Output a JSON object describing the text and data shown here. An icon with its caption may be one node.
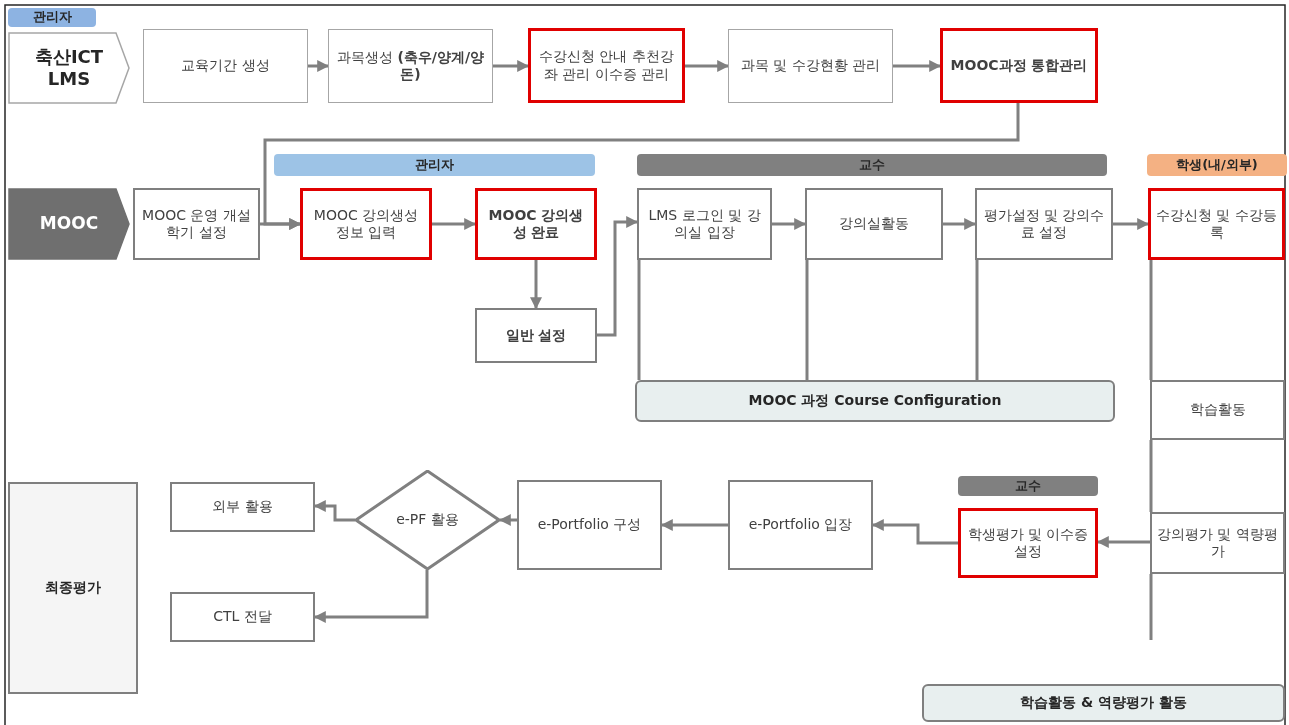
{
  "diagram": {
    "nodes": [
      {
        "text": [
          "관리자"
        ]
      },
      {
        "text": [
          "축산ICT LMS"
        ]
      },
      {
        "text": [
          "교육기간 생성"
        ]
      },
      {
        "text": [
          "과목생성 **(축우/양계/양돈)**"
        ]
      },
      {
        "text": [
          "수강신청 안내 추천강좌 관리 이수증 관리"
        ]
      },
      {
        "text": [
          "과목 및 수강현황 관리"
        ]
      },
      {
        "text": [
          "MOOC과정 통합관리"
        ]
      },
      {
        "text": [
          "관리자"
        ]
      },
      {
        "text": [
          "교수"
        ]
      },
      {
        "text": [
          "학생(내/외부)"
        ]
      },
      {
        "text": [
          "MOOC"
        ]
      },
      {
        "text": [
          "MOOC 운영 개설 학기 설정"
        ]
      },
      {
        "text": [
          "MOOC 강의생성 정보 입력"
        ]
      },
      {
        "text": [
          "MOOC 강의생성 완료"
        ]
      },
      {
        "text": [
          "일반 설정"
        ]
      },
      {
        "text": [
          "LMS 로그인 및 강의실 입장"
        ]
      },
      {
        "text": [
          "강의실활동"
        ]
      },
      {
        "text": [
          "평가설정 및 강의수료 설정"
        ]
      },
      {
        "text": [
          "수강신청 및 수강등록"
        ]
      },
      {
        "text": [
          "MOOC 과정 Course Configuration"
        ]
      },
      {
        "text": [
          "학습활동"
        ]
      },
      {
        "text": [
          "최종평가"
        ]
      },
      {
        "text": [
          "외부 활용"
        ]
      },
      {
        "text": [
          "e-PF 활용"
        ]
      },
      {
        "text": [
          "e-Portfolio 구성"
        ]
      },
      {
        "text": [
          "e-Portfolio 입장"
        ]
      },
      {
        "text": [
          "교수"
        ]
      },
      {
        "text": [
          "학생평가 및 이수증 설정"
        ]
      },
      {
        "text": [
          "강의평가 및 역량평가"
        ]
      },
      {
        "text": [
          "CTL 전달"
        ]
      },
      {
        "text": [
          "학습활동 & 역량평가 활동"
        ]
      }
    ],
    "edges": [
      {
        "from": 2,
        "to": 3,
        "arrow": "to"
      },
      {
        "from": 3,
        "to": 4,
        "arrow": "to"
      },
      {
        "from": 4,
        "to": 5,
        "arrow": "to"
      },
      {
        "from": 5,
        "to": 6,
        "arrow": "to"
      },
      {
        "from": 6,
        "to": 12,
        "arrow": "to"
      },
      {
        "from": 11,
        "to": 12,
        "arrow": "to"
      },
      {
        "from": 12,
        "to": 13,
        "arrow": "to"
      },
      {
        "from": 13,
        "to": 14,
        "arrow": "to"
      },
      {
        "from": 14,
        "to": 15,
        "arrow": "to"
      },
      {
        "from": 15,
        "to": 16,
        "arrow": "to"
      },
      {
        "from": 16,
        "to": 17,
        "arrow": "to"
      },
      {
        "from": 17,
        "to": 18,
        "arrow": "to"
      },
      {
        "from": 15,
        "to": 19,
        "arrow": "none"
      },
      {
        "from": 16,
        "to": 19,
        "arrow": "none"
      },
      {
        "from": 17,
        "to": 19,
        "arrow": "none"
      },
      {
        "from": 18,
        "to": 20,
        "arrow": "none"
      },
      {
        "from": 20,
        "to": 28,
        "arrow": "none"
      },
      {
        "from": 28,
        "to": null,
        "arrow": "none"
      },
      {
        "from": 28,
        "to": 27,
        "arrow": "to"
      },
      {
        "from": 27,
        "to": 25,
        "arrow": "to"
      },
      {
        "from": 25,
        "to": 24,
        "arrow": "to"
      },
      {
        "from": 24,
        "to": 23,
        "arrow": "to"
      },
      {
        "from": 23,
        "to": 22,
        "arrow": "to"
      },
      {
        "from": 23,
        "to": 29,
        "arrow": "to"
      }
    ]
  }
}
